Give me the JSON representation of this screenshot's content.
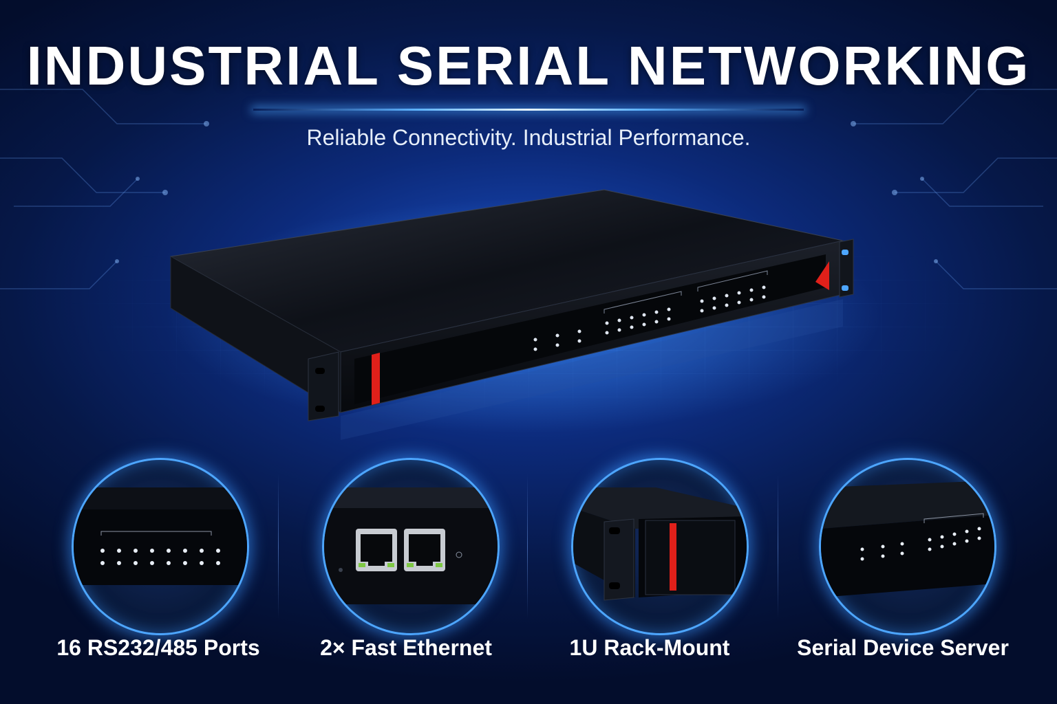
{
  "header": {
    "title": "INDUSTRIAL SERIAL NETWORKING",
    "subtitle": "Reliable Connectivity. Industrial Performance."
  },
  "features": [
    {
      "label": "16 RS232/485 Ports",
      "icon": "serial-ports-closeup"
    },
    {
      "label": "2× Fast Ethernet",
      "icon": "ethernet-ports-closeup"
    },
    {
      "label": "1U Rack-Mount",
      "icon": "rack-ear-closeup"
    },
    {
      "label": "Serial Device Server",
      "icon": "device-panel-closeup"
    }
  ],
  "colors": {
    "background": "#0c2a7a",
    "accent_glow": "#4da6ff",
    "chassis": "#141821",
    "brand_red": "#e0201a"
  }
}
